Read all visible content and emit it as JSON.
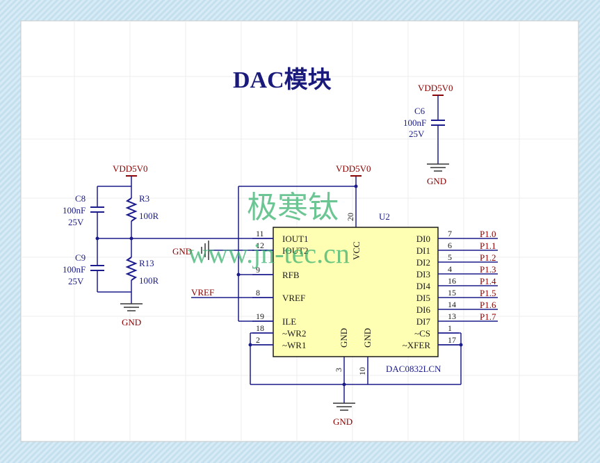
{
  "title": "DAC模块",
  "watermark": {
    "line1": "极寒钛",
    "line2": "www.jn-tec.cn"
  },
  "colors": {
    "wire": "#1a1a8c",
    "power": "#8b0000",
    "chip_fill": "#ffffb3",
    "net_label": "#8b0000",
    "watermark": "#3cb371"
  },
  "power_labels": {
    "vdd_left": "VDD5V0",
    "vdd_mid": "VDD5V0",
    "vdd_right": "VDD5V0"
  },
  "ground_labels": {
    "gnd_left": "GND",
    "gnd_bottom": "GND",
    "gnd_right": "GND",
    "gnd_pin": "GND"
  },
  "c6": {
    "ref": "C6",
    "value": "100nF",
    "voltage": "25V"
  },
  "c8": {
    "ref": "C8",
    "value": "100nF",
    "voltage": "25V"
  },
  "c9": {
    "ref": "C9",
    "value": "100nF",
    "voltage": "25V"
  },
  "r3": {
    "ref": "R3",
    "value": "100R"
  },
  "r13": {
    "ref": "R13",
    "value": "100R"
  },
  "vref_net": "VREF",
  "chip": {
    "ref": "U2",
    "part": "DAC0832LCN",
    "vcc_label": "VCC",
    "vcc_pin": "20",
    "gnd1_label": "GND",
    "gnd1_pin": "3",
    "gnd2_label": "GND",
    "gnd2_pin": "10",
    "left_pins": [
      {
        "num": "11",
        "name": "IOUT1"
      },
      {
        "num": "12",
        "name": "IOUT2"
      },
      {
        "num": "9",
        "name": "RFB"
      },
      {
        "num": "8",
        "name": "VREF"
      },
      {
        "num": "19",
        "name": "ILE"
      },
      {
        "num": "18",
        "name": "~WR2"
      },
      {
        "num": "2",
        "name": "~WR1"
      }
    ],
    "right_pins": [
      {
        "num": "7",
        "name": "DI0",
        "net": "P1.0"
      },
      {
        "num": "6",
        "name": "DI1",
        "net": "P1.1"
      },
      {
        "num": "5",
        "name": "DI2",
        "net": "P1.2"
      },
      {
        "num": "4",
        "name": "DI3",
        "net": "P1.3"
      },
      {
        "num": "16",
        "name": "DI4",
        "net": "P1.4"
      },
      {
        "num": "15",
        "name": "DI5",
        "net": "P1.5"
      },
      {
        "num": "14",
        "name": "DI6",
        "net": "P1.6"
      },
      {
        "num": "13",
        "name": "DI7",
        "net": "P1.7"
      },
      {
        "num": "1",
        "name": "~CS",
        "net": ""
      },
      {
        "num": "17",
        "name": "~XFER",
        "net": ""
      }
    ]
  }
}
